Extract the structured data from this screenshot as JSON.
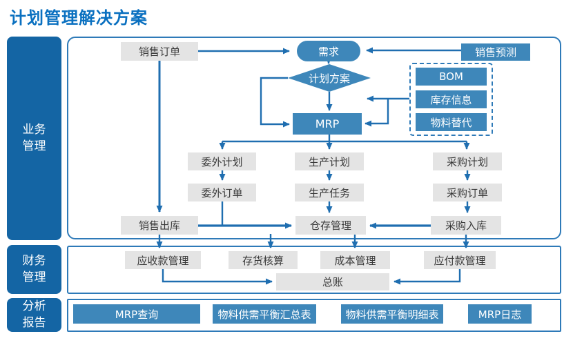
{
  "title": "计划管理解决方案",
  "sections": {
    "business": {
      "label": "业务\n管理"
    },
    "finance": {
      "label": "财务\n管理"
    },
    "analysis": {
      "label": "分析\n报告"
    }
  },
  "flow": {
    "sales_order": "销售订单",
    "demand": "需求",
    "sales_forecast": "销售预测",
    "plan_scheme": "计划方案",
    "bom": "BOM",
    "inventory_info": "库存信息",
    "material_substitute": "物料替代",
    "mrp": "MRP",
    "outsourcing_plan": "委外计划",
    "production_plan": "生产计划",
    "purchase_plan": "采购计划",
    "outsourcing_order": "委外订单",
    "production_task": "生产任务",
    "purchase_order": "采购订单",
    "sales_delivery": "销售出库",
    "warehouse_mgmt": "仓存管理",
    "purchase_inbound": "采购入库"
  },
  "finance_flow": {
    "receivables": "应收款管理",
    "inventory_accounting": "存货核算",
    "cost_mgmt": "成本管理",
    "payables": "应付款管理",
    "general_ledger": "总账"
  },
  "reports": {
    "mrp_query": "MRP查询",
    "supply_demand_summary": "物料供需平衡汇总表",
    "supply_demand_detail": "物料供需平衡明细表",
    "mrp_log": "MRP日志"
  },
  "colors": {
    "title_blue": "#0a70c0",
    "sidebar_blue": "#1465a4",
    "node_blue": "#3e87ba",
    "line_blue": "#1f6eb0",
    "frame_blue": "#2e7ab8",
    "node_gray": "#e4e4e4"
  }
}
